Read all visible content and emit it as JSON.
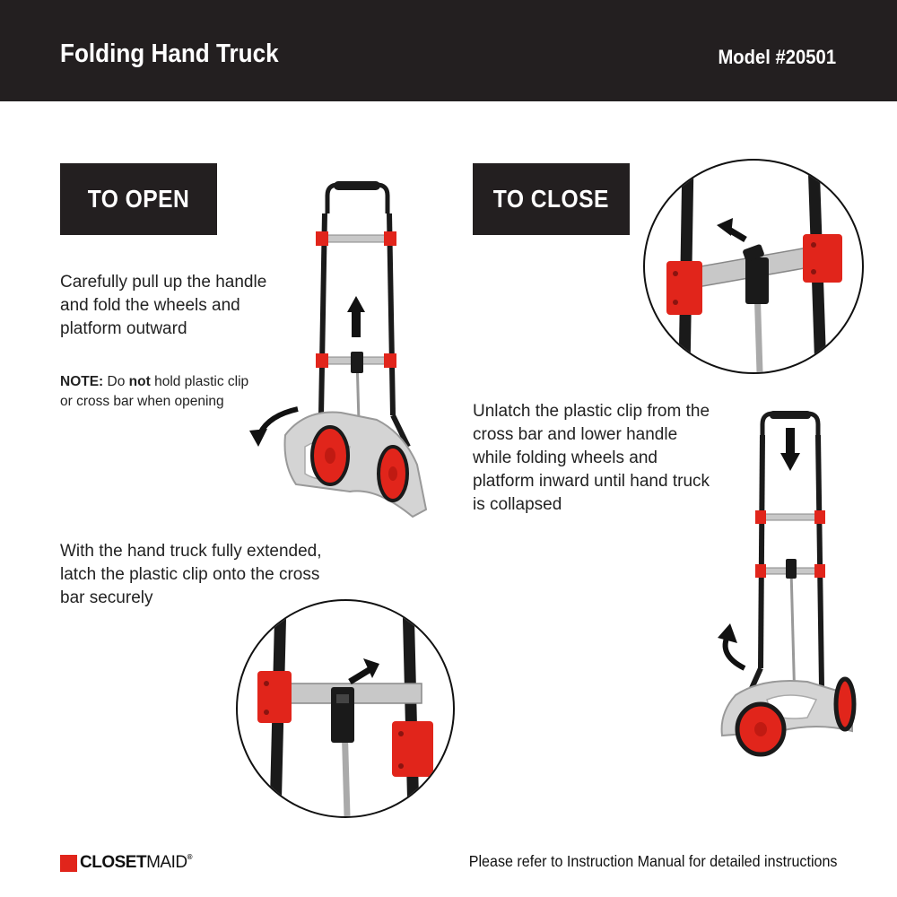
{
  "header": {
    "title": "Folding Hand Truck",
    "model": "Model #20501"
  },
  "open": {
    "label": "TO OPEN",
    "instruction_lines": [
      "Carefully pull up the handle",
      "and fold the wheels and",
      "platform outward"
    ],
    "note_prefix": "NOTE:",
    "note_text_1": " Do ",
    "note_emphasis": "not",
    "note_text_2": " hold plastic clip",
    "note_line_2": "or cross bar when opening",
    "latch_lines": [
      "With the hand truck fully extended,",
      "latch the plastic clip onto the cross",
      "bar securely"
    ]
  },
  "close": {
    "label": "TO CLOSE",
    "instruction_lines": [
      "Unlatch the plastic clip from the",
      "cross bar and lower handle",
      "while folding wheels and",
      "platform inward until hand truck",
      "is collapsed"
    ]
  },
  "footer": {
    "brand_bold": "CLOSET",
    "brand_thin": "MAID",
    "brand_mark": "®",
    "note": "Please refer to Instruction Manual for detailed instructions"
  },
  "colors": {
    "header_bg": "#231f20",
    "accent_red": "#e1251b",
    "frame": "#1a1a1a",
    "metal": "#c8c8c8"
  },
  "icons": [
    "up-arrow-icon",
    "rotate-arrow-icon",
    "down-arrow-icon",
    "clip-icon"
  ]
}
